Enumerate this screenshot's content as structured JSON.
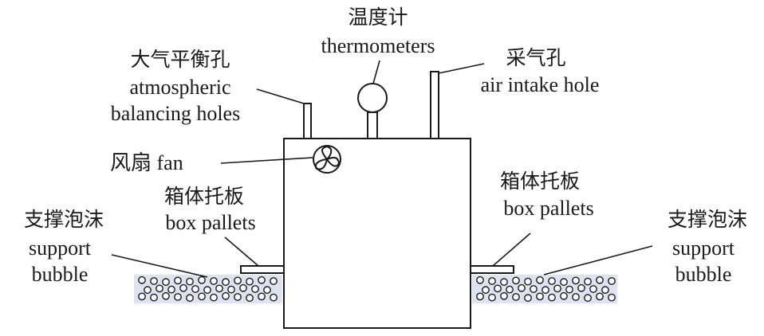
{
  "labels": {
    "thermometer_cn": "温度计",
    "thermometer_en": "thermometers",
    "balance_cn": "大气平衡孔",
    "balance_en_1": "atmospheric",
    "balance_en_2": "balancing holes",
    "intake_cn": "采气孔",
    "intake_en": "air intake hole",
    "fan": "风扇 fan",
    "pallet_left_cn": "箱体托板",
    "pallet_left_en": "box pallets",
    "pallet_right_cn": "箱体托板",
    "pallet_right_en": "box pallets",
    "foam_left_cn": "支撑泡沫",
    "foam_left_en_1": "support",
    "foam_left_en_2": "bubble",
    "foam_right_cn": "支撑泡沫",
    "foam_right_en_1": "support",
    "foam_right_en_2": "bubble"
  },
  "colors": {
    "line": "#1a1a1a",
    "foam_fill": "#dde3f1",
    "background": "#ffffff"
  }
}
